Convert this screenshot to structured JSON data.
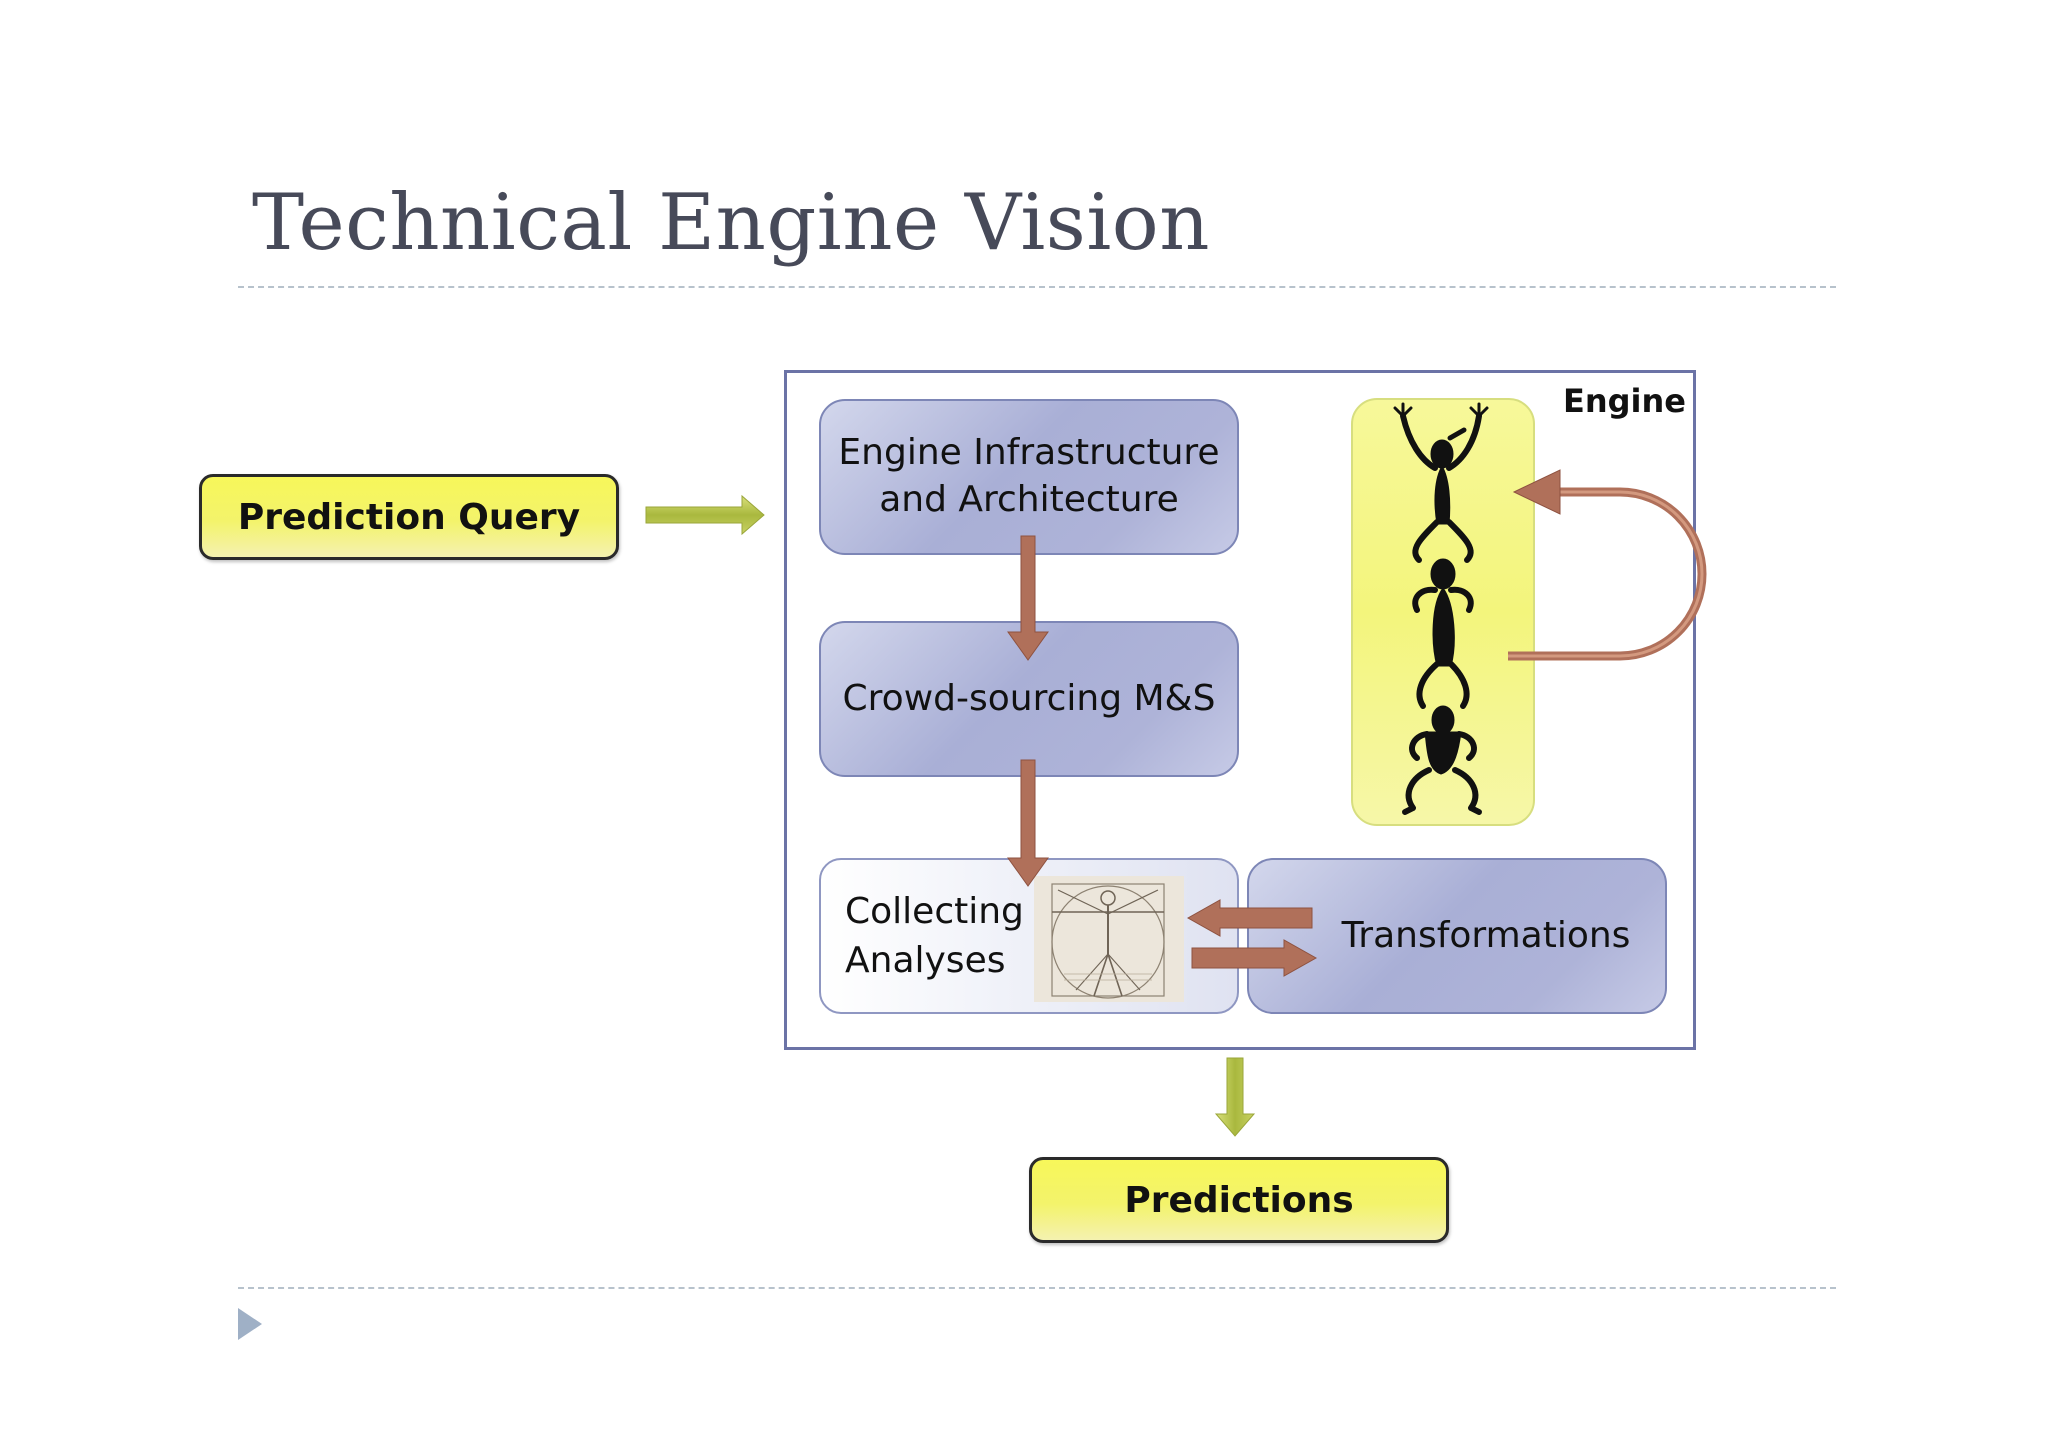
{
  "title": "Technical Engine Vision",
  "input_box": "Prediction Query",
  "output_box": "Predictions",
  "engine": {
    "label": "Engine",
    "infrastructure": "Engine Infrastructure and Architecture",
    "infrastructure_line1": "Engine Infrastructure",
    "infrastructure_line2": "and Architecture",
    "crowdsourcing": "Crowd-sourcing M&S",
    "collecting_line1": "Collecting",
    "collecting_line2": "Analyses",
    "transformations": "Transformations"
  },
  "colors": {
    "title": "#474a59",
    "yellow": "#f5f55f",
    "blue_box": "#aeb3d8",
    "frame": "#6b73a6",
    "brown_arrow": "#b0705a",
    "green_arrow": "#b4c24a"
  }
}
